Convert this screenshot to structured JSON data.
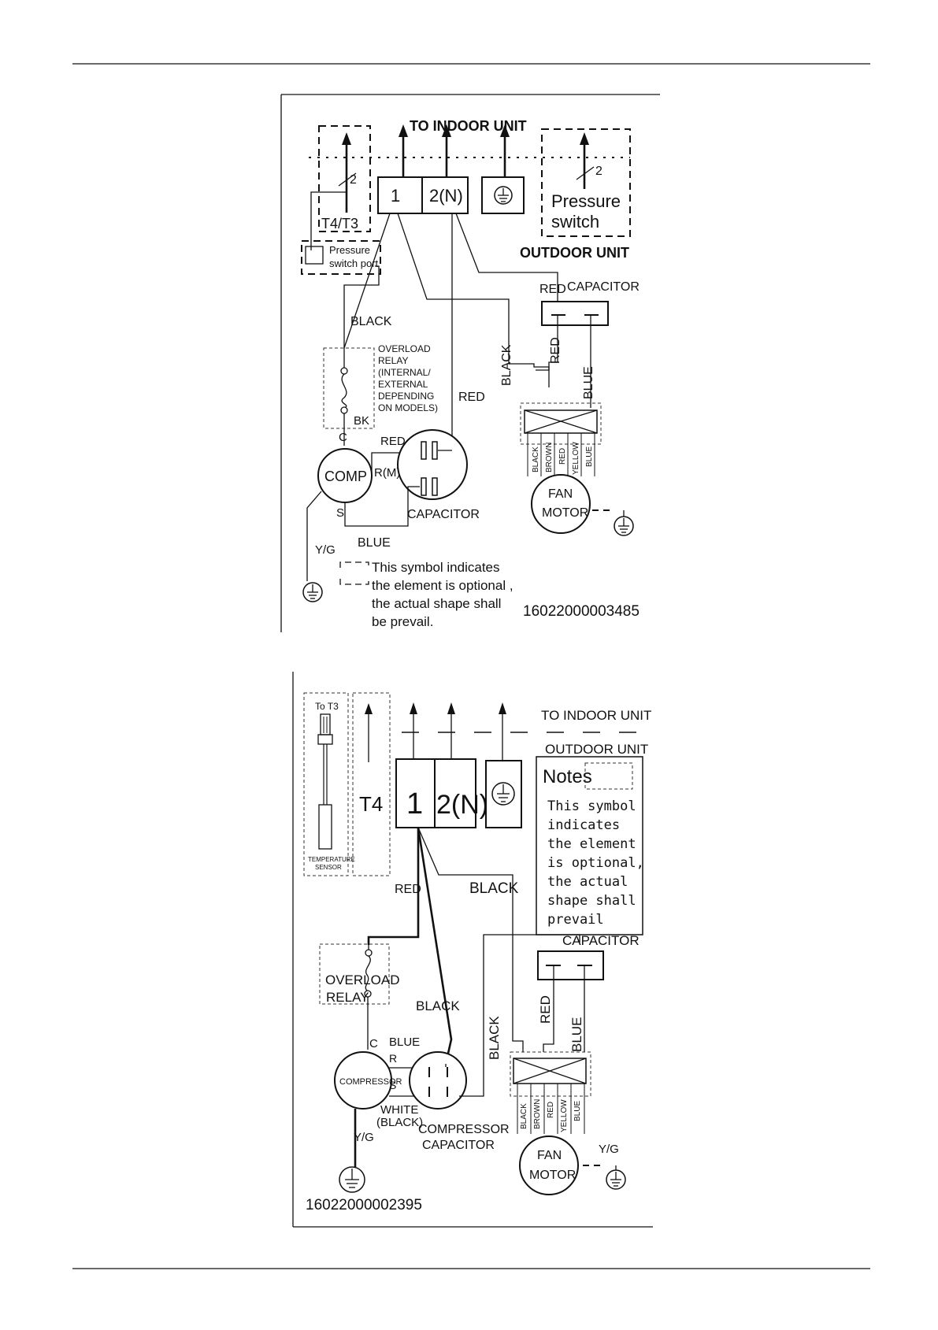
{
  "diagram1": {
    "to_indoor_unit": "TO INDOOR UNIT",
    "outdoor_unit": "OUTDOOR UNIT",
    "terminal_1": "1",
    "terminal_2n": "2(N)",
    "wire_count_left": "2",
    "wire_count_right": "2",
    "t4_t3": "T4/T3",
    "pressure_switch_line1": "Pressure",
    "pressure_switch_line2": "switch",
    "pressure_port_line1": "Pressure",
    "pressure_port_line2": "switch port",
    "black_1": "BLACK",
    "overload_relay": [
      "OVERLOAD",
      "RELAY",
      "(INTERNAL/",
      "EXTERNAL",
      "DEPENDING",
      "ON MODELS)"
    ],
    "bk": "BK",
    "red_center": "RED",
    "c": "C",
    "red_comp": "RED",
    "comp": "COMP",
    "rm": "R(M)",
    "s": "S",
    "capacitor_comp": "CAPACITOR",
    "blue_bottom": "BLUE",
    "yg": "Y/G",
    "red_cap": "RED",
    "capacitor_fan": "CAPACITOR",
    "black_vert": "BLACK",
    "red_vert": "RED",
    "blue_vert": "BLUE",
    "fan_wires": [
      "BLACK",
      "BROWN",
      "RED",
      "YELLOW",
      "BLUE"
    ],
    "fan": "FAN",
    "motor": "MOTOR",
    "note_line1": "This symbol indicates",
    "note_line2": "the element is optional ,",
    "note_line3": "the actual shape shall",
    "note_line4": "be prevail.",
    "part_number": "16022000003485"
  },
  "diagram2": {
    "to_t3": "To T3",
    "temperature_sensor_line1": "TEMPERATURE",
    "temperature_sensor_line2": "SENSOR",
    "t4": "T4",
    "terminal_1": "1",
    "terminal_2n": "2(N)",
    "to_indoor_unit": "TO INDOOR UNIT",
    "outdoor_unit": "OUTDOOR UNIT",
    "notes_title": "Notes",
    "notes_lines": [
      "This symbol",
      "indicates",
      "the element",
      "is optional,",
      "the actual",
      "shape shall",
      "prevail"
    ],
    "red": "RED",
    "black_top": "BLACK",
    "overload_line1": "OVERLOAD",
    "overload_line2": "RELAY",
    "black_mid": "BLACK",
    "capacitor_fan": "CAPACITOR",
    "red_vert": "RED",
    "blue_vert": "BLUE",
    "black_vert": "BLACK",
    "c": "C",
    "blue": "BLUE",
    "r": "R",
    "s": "S",
    "compressor": "COMPRESSOR",
    "white": "WHITE",
    "black_paren": "(BLACK)",
    "compressor_cap_line1": "COMPRESSOR",
    "compressor_cap_line2": "CAPACITOR",
    "yg_left": "Y/G",
    "yg_right": "Y/G",
    "fan_wires": [
      "BLACK",
      "BROWN",
      "RED",
      "YELLOW",
      "BLUE"
    ],
    "fan": "FAN",
    "motor": "MOTOR",
    "part_number": "16022000002395"
  }
}
